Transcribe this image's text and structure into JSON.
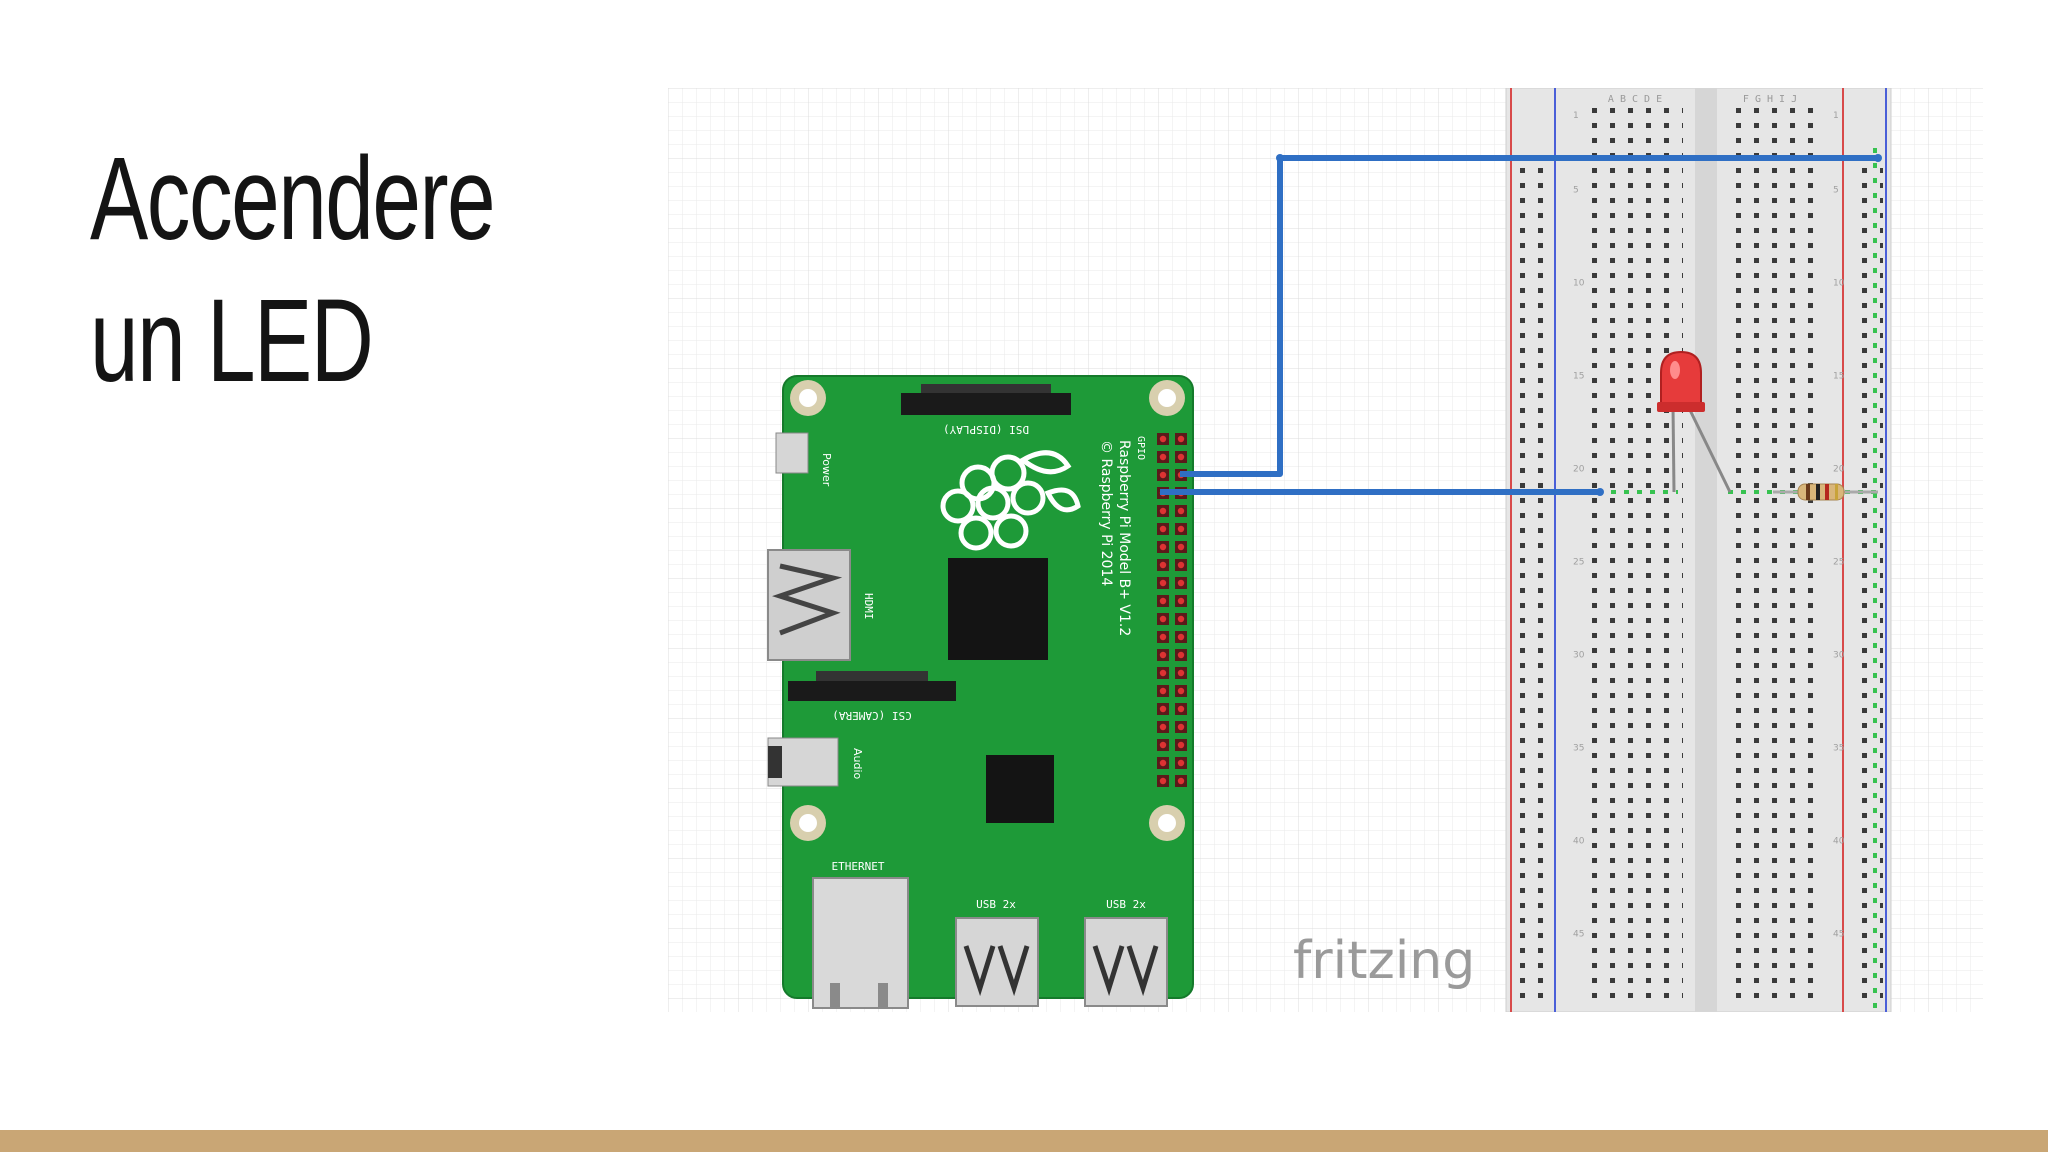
{
  "slide": {
    "title_line1": "Accendere",
    "title_line2": "un LED"
  },
  "board": {
    "name": "Raspberry Pi Model B+ V1.2",
    "copyright": "© Raspberry Pi 2014",
    "labels": {
      "dsi": "DSI (DISPLAY)",
      "csi": "CSI (CAMERA)",
      "hdmi": "HDMI",
      "power": "Power",
      "audio": "Audio",
      "gpio": "GPIO",
      "ethernet": "ETHERNET",
      "usb1": "USB 2x",
      "usb2": "USB 2x"
    }
  },
  "breadboard": {
    "rows_left": "A B C D E",
    "rows_right": "F G H I J",
    "row_numbers": [
      "1",
      "5",
      "10",
      "15",
      "20",
      "25",
      "30",
      "35",
      "40",
      "45"
    ]
  },
  "watermark": "fritzing",
  "colors": {
    "pcb": "#1e9a38",
    "wire": "#2f6fc4",
    "led": "#e63b3b",
    "breadboard": "#e4e4e4",
    "bar": "#c9a675"
  }
}
